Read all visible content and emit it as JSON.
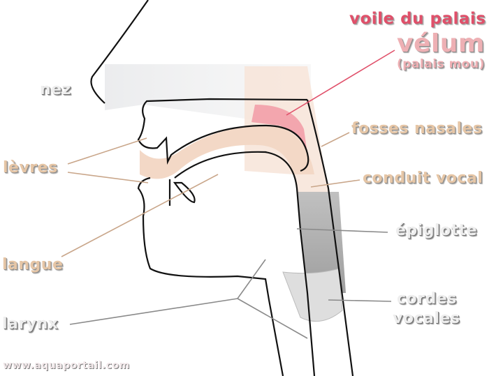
{
  "labels": {
    "voile": "voile du palais",
    "velum": "vélum",
    "palais_mou": "(palais mou)",
    "nez": "nez",
    "fosses": "fosses nasales",
    "levres": "lèvres",
    "conduit": "conduit vocal",
    "epiglotte": "épiglotte",
    "langue": "langue",
    "cordes_1": "cordes",
    "cordes_2": "vocales",
    "larynx": "larynx"
  },
  "watermark": "www.aquaportail.com",
  "colors": {
    "velum_red": "#e0506a",
    "velum_pink": "#eeb0b4",
    "label_beige": "#e6c6a6",
    "label_gray": "#eeeeee",
    "tract_beige": "#f5dccb"
  }
}
